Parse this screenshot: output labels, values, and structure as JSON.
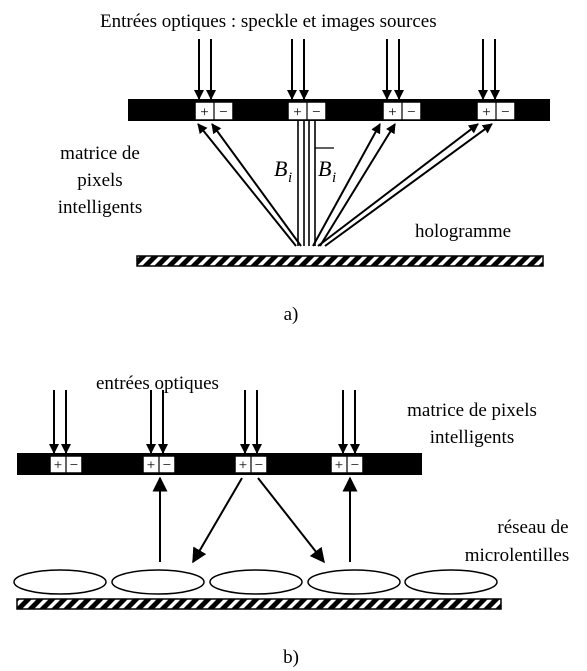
{
  "figure_a": {
    "title": "Entrées optiques : speckle et images sources",
    "left_label_line1": "matrice de",
    "left_label_line2": "pixels",
    "left_label_line3": "intelligents",
    "hologram_label": "hologramme",
    "beam_symbol_1": "B",
    "beam_symbol_2": "B",
    "beam_subscript": "i",
    "pixel_plus": "+",
    "pixel_minus": "−",
    "caption": "a)"
  },
  "figure_b": {
    "top_label": "entrées optiques",
    "right_label_line1": "matrice de pixels",
    "right_label_line2": "intelligents",
    "lens_label_line1": "réseau de",
    "lens_label_line2": "microlentilles",
    "pixel_plus": "+",
    "pixel_minus": "−",
    "caption": "b)"
  }
}
